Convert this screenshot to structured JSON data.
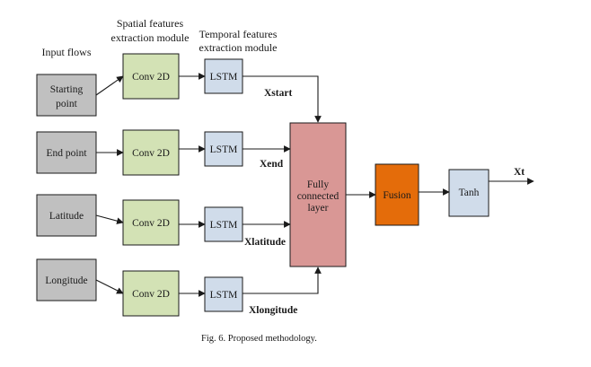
{
  "headers": {
    "input": "Input flows",
    "spatial": [
      "Spatial features",
      "extraction module"
    ],
    "temporal": [
      "Temporal features",
      "extraction module"
    ]
  },
  "inputs": [
    [
      "Starting",
      "point"
    ],
    [
      "End point"
    ],
    [
      "Latitude"
    ],
    [
      "Longitude"
    ]
  ],
  "conv_label": "Conv 2D",
  "lstm_label": "LSTM",
  "edge_labels": [
    "Xstart",
    "Xend",
    "Xlatitude",
    "Xlongitude"
  ],
  "fc_label": [
    "Fully",
    "connected",
    "layer"
  ],
  "fusion_label": "Fusion",
  "tanh_label": "Tanh",
  "output_label": "Xt",
  "caption": "Fig. 6.  Proposed methodology.",
  "colors": {
    "input_fill": "#c0c0c0",
    "conv_fill": "#d3e2b5",
    "lstm_fill": "#d0dcea",
    "fc_fill": "#d99795",
    "fusion_fill": "#e46c0a",
    "tanh_fill": "#d0dcea",
    "stroke": "#1a1a1a"
  }
}
